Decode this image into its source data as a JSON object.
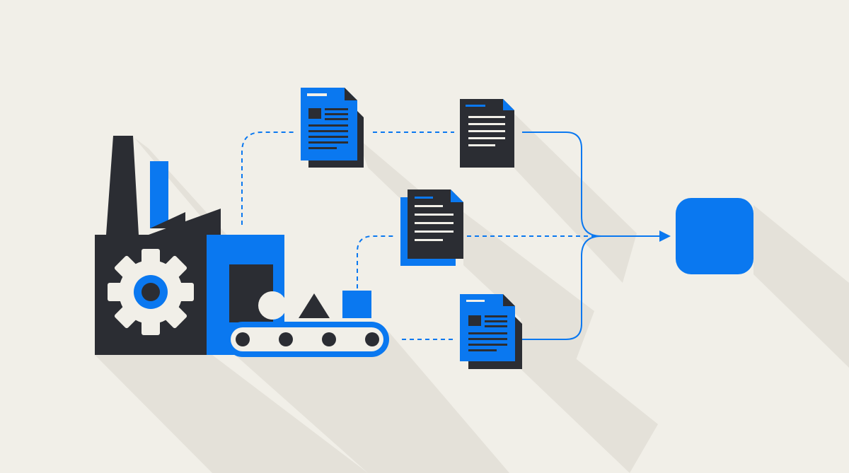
{
  "diagram": {
    "nodes": [
      {
        "id": "factory",
        "name": "factory-icon"
      },
      {
        "id": "conveyor",
        "name": "conveyor-belt-icon"
      },
      {
        "id": "doc-top-left",
        "name": "document-icon",
        "style": "blue"
      },
      {
        "id": "doc-top-right",
        "name": "document-icon",
        "style": "dark"
      },
      {
        "id": "doc-middle",
        "name": "document-icon",
        "style": "dark"
      },
      {
        "id": "doc-bottom",
        "name": "document-icon",
        "style": "blue"
      },
      {
        "id": "destination",
        "name": "destination-node",
        "style": "blue"
      }
    ],
    "edges": [
      {
        "from": "factory",
        "to": "doc-top-left",
        "style": "dashed"
      },
      {
        "from": "doc-top-left",
        "to": "doc-top-right",
        "style": "dashed"
      },
      {
        "from": "conveyor",
        "to": "doc-middle",
        "style": "dashed"
      },
      {
        "from": "conveyor",
        "to": "doc-bottom",
        "style": "dashed"
      },
      {
        "from": "doc-top-right",
        "to": "destination",
        "style": "solid"
      },
      {
        "from": "doc-middle",
        "to": "destination",
        "style": "dashed"
      },
      {
        "from": "doc-bottom",
        "to": "destination",
        "style": "solid"
      }
    ]
  },
  "colors": {
    "background": "#f1efe8",
    "accent": "#0a78f0",
    "dark": "#2b2d33",
    "light": "#f1efe8",
    "shadow": "#e4e1d9"
  }
}
